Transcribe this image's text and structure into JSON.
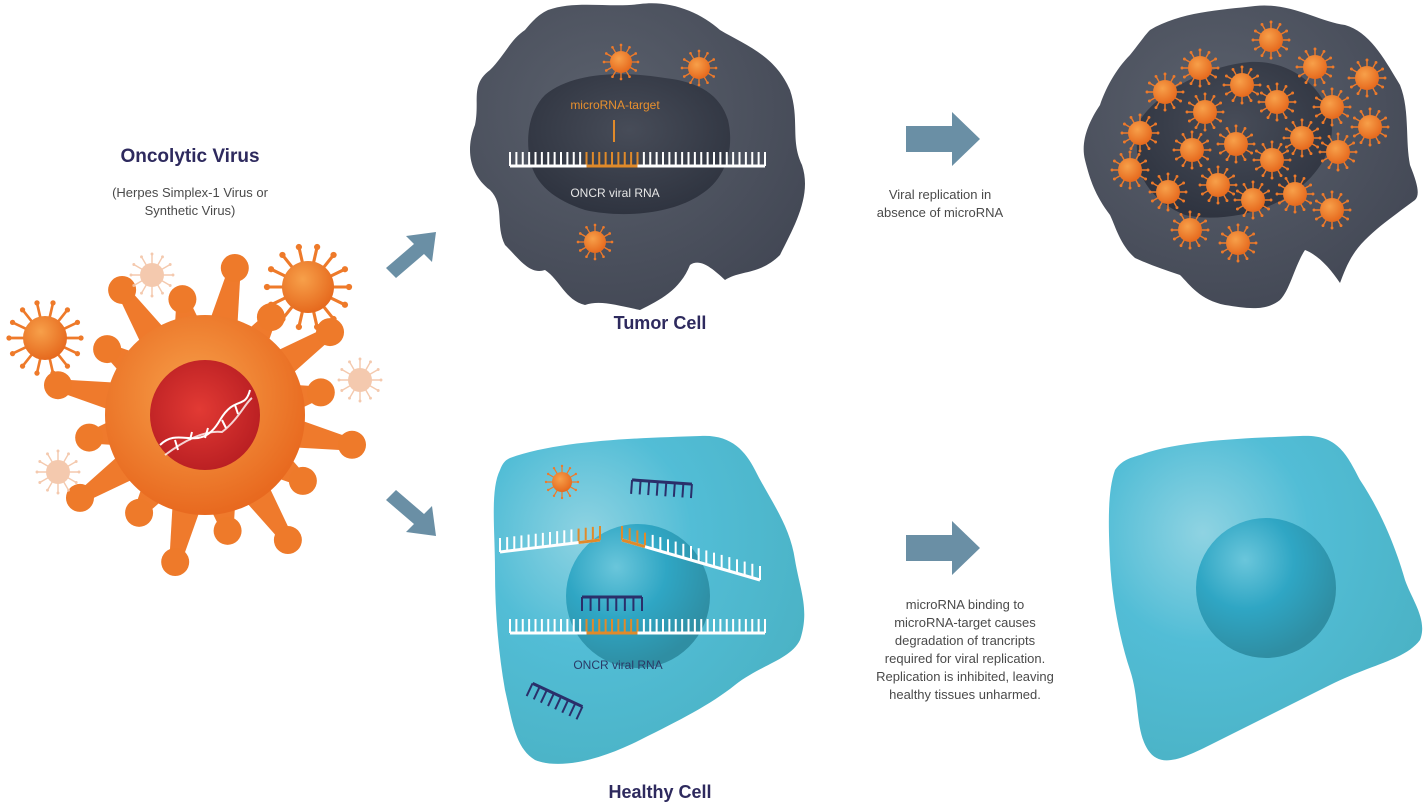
{
  "virus": {
    "title": "Oncolytic Virus",
    "subtitle_line1": "(Herpes Simplex-1 Virus or",
    "subtitle_line2": "Synthetic Virus)"
  },
  "tumor_path": {
    "cell_label": "Tumor Cell",
    "target_label": "microRNA-target",
    "rna_label": "ONCR viral RNA",
    "result_caption_line1": "Viral replication in",
    "result_caption_line2": "absence of microRNA"
  },
  "healthy_path": {
    "cell_label": "Healthy Cell",
    "rna_label": "ONCR viral RNA",
    "result_caption_lines": [
      "microRNA binding to",
      "microRNA-target causes",
      "degradation of trancripts",
      "required for viral replication.",
      "Replication is inhibited, leaving",
      "healthy tissues unharmed."
    ]
  },
  "colors": {
    "title": "#2e2a5e",
    "arrow": "#6a8fa5",
    "virus_orange": "#ee7a2a",
    "virus_core": "#d42a2a",
    "tumor_cell": "#4a4f5a",
    "tumor_nucleus": "#363b47",
    "healthy_cell": "#4fb6c8",
    "healthy_nucleus": "#2f9bb3",
    "rna_white": "#ffffff",
    "target_orange": "#e08a2a",
    "microrna_navy": "#2a2f6a"
  }
}
